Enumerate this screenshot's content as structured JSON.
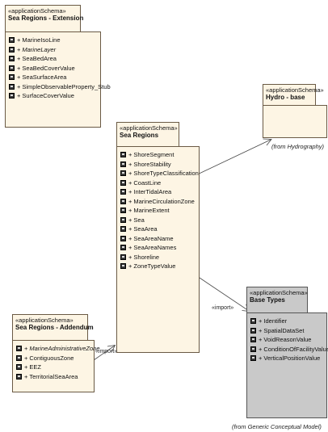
{
  "packages": {
    "extension": {
      "stereotype": "«applicationSchema»",
      "name": "Sea Regions - Extension",
      "items": [
        {
          "label": "MarineIsoLine",
          "italic": false
        },
        {
          "label": "MarineLayer",
          "italic": true
        },
        {
          "label": "SeaBedArea",
          "italic": false
        },
        {
          "label": "SeaBedCoverValue",
          "italic": false
        },
        {
          "label": "SeaSurfaceArea",
          "italic": false
        },
        {
          "label": "SimpleObservableProperty_Stub",
          "italic": false
        },
        {
          "label": "SurfaceCoverValue",
          "italic": false
        }
      ]
    },
    "hydro": {
      "stereotype": "«applicationSchema»",
      "name": "Hydro - base",
      "caption": "(from Hydrography)"
    },
    "sea_regions": {
      "stereotype": "«applicationSchema»",
      "name": "Sea Regions",
      "items": [
        {
          "label": "ShoreSegment",
          "italic": false
        },
        {
          "label": "ShoreStability",
          "italic": false
        },
        {
          "label": "ShoreTypeClassification",
          "italic": false
        },
        {
          "label": "CoastLine",
          "italic": false
        },
        {
          "label": "InterTidalArea",
          "italic": false
        },
        {
          "label": "MarineCirculationZone",
          "italic": false
        },
        {
          "label": "MarineExtent",
          "italic": false
        },
        {
          "label": "Sea",
          "italic": false
        },
        {
          "label": "SeaArea",
          "italic": false
        },
        {
          "label": "SeaAreaName",
          "italic": false
        },
        {
          "label": "SeaAreaNames",
          "italic": false
        },
        {
          "label": "Shoreline",
          "italic": false
        },
        {
          "label": "ZoneTypeValue",
          "italic": false
        }
      ]
    },
    "base_types": {
      "stereotype": "«applicationSchema»",
      "name": "Base Types",
      "caption": "(from Generic Conceptual Model)",
      "items": [
        {
          "label": "Identifier",
          "italic": false
        },
        {
          "label": "SpatialDataSet",
          "italic": false
        },
        {
          "label": "VoidReasonValue",
          "italic": false
        },
        {
          "label": "ConditionOfFacilityValue",
          "italic": false
        },
        {
          "label": "VerticalPositionValue",
          "italic": false
        }
      ]
    },
    "addendum": {
      "stereotype": "«applicationSchema»",
      "name": "Sea Regions - Addendum",
      "items": [
        {
          "label": "MarineAdministrativeZone",
          "italic": true
        },
        {
          "label": "ContiguousZone",
          "italic": false
        },
        {
          "label": "EEZ",
          "italic": false
        },
        {
          "label": "TerritorialSeaArea",
          "italic": false
        }
      ]
    }
  },
  "dependencies": {
    "import_label": "«import»",
    "import_label_2": "«import»"
  },
  "item_prefix": "+"
}
